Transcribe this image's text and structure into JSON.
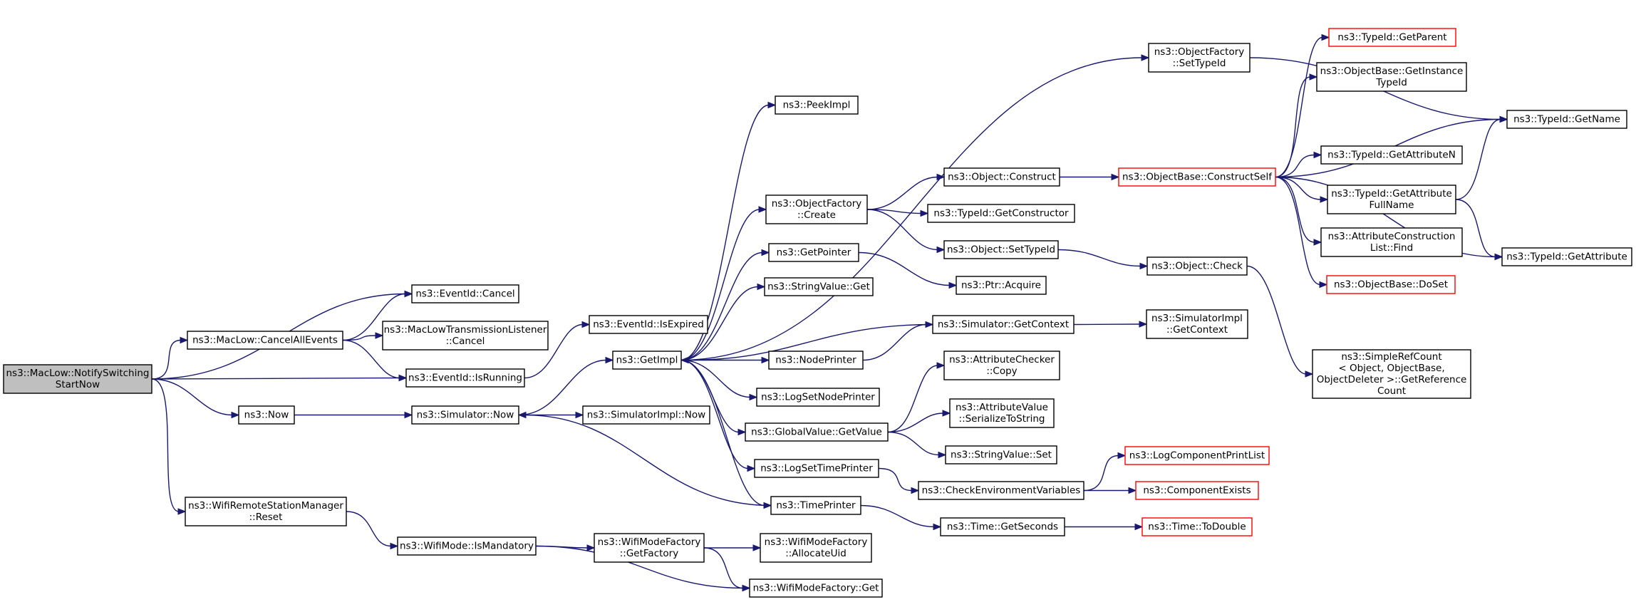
{
  "nodes": [
    {
      "id": "root",
      "lines": [
        "ns3::MacLow::NotifySwitching",
        "StartNow"
      ],
      "style": "root"
    },
    {
      "id": "evcancel",
      "lines": [
        "ns3::EventId::Cancel"
      ]
    },
    {
      "id": "cancelall",
      "lines": [
        "ns3::MacLow::CancelAllEvents"
      ]
    },
    {
      "id": "mtlcancel",
      "lines": [
        "ns3::MacLowTransmissionListener",
        "::Cancel"
      ]
    },
    {
      "id": "isrunning",
      "lines": [
        "ns3::EventId::IsRunning"
      ]
    },
    {
      "id": "isexpired",
      "lines": [
        "ns3::EventId::IsExpired"
      ]
    },
    {
      "id": "now",
      "lines": [
        "ns3::Now"
      ]
    },
    {
      "id": "simnow",
      "lines": [
        "ns3::Simulator::Now"
      ]
    },
    {
      "id": "simimplnow",
      "lines": [
        "ns3::SimulatorImpl::Now"
      ]
    },
    {
      "id": "wrsmreset",
      "lines": [
        "ns3::WifiRemoteStationManager",
        "::Reset"
      ]
    },
    {
      "id": "ismandatory",
      "lines": [
        "ns3::WifiMode::IsMandatory"
      ]
    },
    {
      "id": "getfactory",
      "lines": [
        "ns3::WifiModeFactory",
        "::GetFactory"
      ]
    },
    {
      "id": "allocuid",
      "lines": [
        "ns3::WifiModeFactory",
        "::AllocateUid"
      ]
    },
    {
      "id": "wmfget",
      "lines": [
        "ns3::WifiModeFactory::Get"
      ]
    },
    {
      "id": "getimpl",
      "lines": [
        "ns3::GetImpl"
      ]
    },
    {
      "id": "peekimpl",
      "lines": [
        "ns3::PeekImpl"
      ]
    },
    {
      "id": "ofcreate",
      "lines": [
        "ns3::ObjectFactory",
        "::Create"
      ]
    },
    {
      "id": "getpointer",
      "lines": [
        "ns3::GetPointer"
      ]
    },
    {
      "id": "svget",
      "lines": [
        "ns3::StringValue::Get"
      ]
    },
    {
      "id": "nodeprinter",
      "lines": [
        "ns3::NodePrinter"
      ]
    },
    {
      "id": "logsetnodeprinter",
      "lines": [
        "ns3::LogSetNodePrinter"
      ]
    },
    {
      "id": "gvgetvalue",
      "lines": [
        "ns3::GlobalValue::GetValue"
      ]
    },
    {
      "id": "logsettimeprinter",
      "lines": [
        "ns3::LogSetTimePrinter"
      ]
    },
    {
      "id": "timeprinter",
      "lines": [
        "ns3::TimePrinter"
      ]
    },
    {
      "id": "ofsettypeid",
      "lines": [
        "ns3::ObjectFactory",
        "::SetTypeId"
      ]
    },
    {
      "id": "objconstruct",
      "lines": [
        "ns3::Object::Construct"
      ]
    },
    {
      "id": "getconstructor",
      "lines": [
        "ns3::TypeId::GetConstructor"
      ]
    },
    {
      "id": "objsettypeid",
      "lines": [
        "ns3::Object::SetTypeId"
      ]
    },
    {
      "id": "ptracquire",
      "lines": [
        "ns3::Ptr::Acquire"
      ]
    },
    {
      "id": "simgetcontext",
      "lines": [
        "ns3::Simulator::GetContext"
      ]
    },
    {
      "id": "accopy",
      "lines": [
        "ns3::AttributeChecker",
        "::Copy"
      ]
    },
    {
      "id": "avserialize",
      "lines": [
        "ns3::AttributeValue",
        "::SerializeToString"
      ]
    },
    {
      "id": "svset",
      "lines": [
        "ns3::StringValue::Set"
      ]
    },
    {
      "id": "checkenv",
      "lines": [
        "ns3::CheckEnvironmentVariables"
      ]
    },
    {
      "id": "timegetseconds",
      "lines": [
        "ns3::Time::GetSeconds"
      ]
    },
    {
      "id": "constructself",
      "lines": [
        "ns3::ObjectBase::ConstructSelf"
      ],
      "style": "ext"
    },
    {
      "id": "objcheck",
      "lines": [
        "ns3::Object::Check"
      ]
    },
    {
      "id": "simimplgetcontext",
      "lines": [
        "ns3::SimulatorImpl",
        "::GetContext"
      ]
    },
    {
      "id": "logcompprintlist",
      "lines": [
        "ns3::LogComponentPrintList"
      ],
      "style": "ext"
    },
    {
      "id": "componentexists",
      "lines": [
        "ns3::ComponentExists"
      ],
      "style": "ext"
    },
    {
      "id": "timetodouble",
      "lines": [
        "ns3::Time::ToDouble"
      ],
      "style": "ext"
    },
    {
      "id": "getparent",
      "lines": [
        "ns3::TypeId::GetParent"
      ],
      "style": "ext"
    },
    {
      "id": "getinstancetypeid",
      "lines": [
        "ns3::ObjectBase::GetInstance",
        "TypeId"
      ]
    },
    {
      "id": "getattributen",
      "lines": [
        "ns3::TypeId::GetAttributeN"
      ]
    },
    {
      "id": "getattributefullname",
      "lines": [
        "ns3::TypeId::GetAttribute",
        "FullName"
      ]
    },
    {
      "id": "attrconstfind",
      "lines": [
        "ns3::AttributeConstruction",
        "List::Find"
      ]
    },
    {
      "id": "doset",
      "lines": [
        "ns3::ObjectBase::DoSet"
      ],
      "style": "ext"
    },
    {
      "id": "simplerefcount",
      "lines": [
        "ns3::SimpleRefCount",
        "< Object, ObjectBase,",
        "ObjectDeleter >::GetReference",
        "Count"
      ]
    },
    {
      "id": "typeidgetname",
      "lines": [
        "ns3::TypeId::GetName"
      ]
    },
    {
      "id": "typeidgetattribute",
      "lines": [
        "ns3::TypeId::GetAttribute"
      ]
    }
  ],
  "edges": [
    [
      "root",
      "evcancel"
    ],
    [
      "root",
      "cancelall"
    ],
    [
      "root",
      "isrunning"
    ],
    [
      "root",
      "now"
    ],
    [
      "root",
      "wrsmreset"
    ],
    [
      "cancelall",
      "evcancel"
    ],
    [
      "cancelall",
      "mtlcancel"
    ],
    [
      "cancelall",
      "isrunning"
    ],
    [
      "isrunning",
      "isexpired"
    ],
    [
      "now",
      "simnow"
    ],
    [
      "simnow",
      "getimpl"
    ],
    [
      "simnow",
      "simimplnow"
    ],
    [
      "wrsmreset",
      "ismandatory"
    ],
    [
      "ismandatory",
      "getfactory"
    ],
    [
      "ismandatory",
      "wmfget"
    ],
    [
      "getfactory",
      "allocuid"
    ],
    [
      "getfactory",
      "wmfget"
    ],
    [
      "getimpl",
      "peekimpl"
    ],
    [
      "getimpl",
      "ofsettypeid"
    ],
    [
      "getimpl",
      "ofcreate"
    ],
    [
      "getimpl",
      "getpointer"
    ],
    [
      "getimpl",
      "svget"
    ],
    [
      "getimpl",
      "nodeprinter"
    ],
    [
      "getimpl",
      "logsetnodeprinter"
    ],
    [
      "getimpl",
      "gvgetvalue"
    ],
    [
      "getimpl",
      "logsettimeprinter"
    ],
    [
      "getimpl",
      "timeprinter"
    ],
    [
      "ofcreate",
      "objconstruct"
    ],
    [
      "ofcreate",
      "getconstructor"
    ],
    [
      "ofcreate",
      "objsettypeid"
    ],
    [
      "getpointer",
      "ptracquire"
    ],
    [
      "nodeprinter",
      "simgetcontext"
    ],
    [
      "simgetcontext",
      "getimpl"
    ],
    [
      "simgetcontext",
      "simimplgetcontext"
    ],
    [
      "gvgetvalue",
      "accopy"
    ],
    [
      "gvgetvalue",
      "avserialize"
    ],
    [
      "gvgetvalue",
      "svset"
    ],
    [
      "logsettimeprinter",
      "checkenv"
    ],
    [
      "timeprinter",
      "simnow"
    ],
    [
      "timeprinter",
      "timegetseconds"
    ],
    [
      "objconstruct",
      "constructself"
    ],
    [
      "objsettypeid",
      "objcheck"
    ],
    [
      "objcheck",
      "simplerefcount"
    ],
    [
      "checkenv",
      "logcompprintlist"
    ],
    [
      "checkenv",
      "componentexists"
    ],
    [
      "timegetseconds",
      "timetodouble"
    ],
    [
      "ofsettypeid",
      "typeidgetname"
    ],
    [
      "constructself",
      "getparent"
    ],
    [
      "constructself",
      "getinstancetypeid"
    ],
    [
      "constructself",
      "typeidgetname"
    ],
    [
      "constructself",
      "getattributen"
    ],
    [
      "constructself",
      "getattributefullname"
    ],
    [
      "constructself",
      "attrconstfind"
    ],
    [
      "constructself",
      "doset"
    ],
    [
      "constructself",
      "typeidgetattribute"
    ],
    [
      "getattributefullname",
      "typeidgetname"
    ],
    [
      "getattributefullname",
      "typeidgetattribute"
    ]
  ]
}
